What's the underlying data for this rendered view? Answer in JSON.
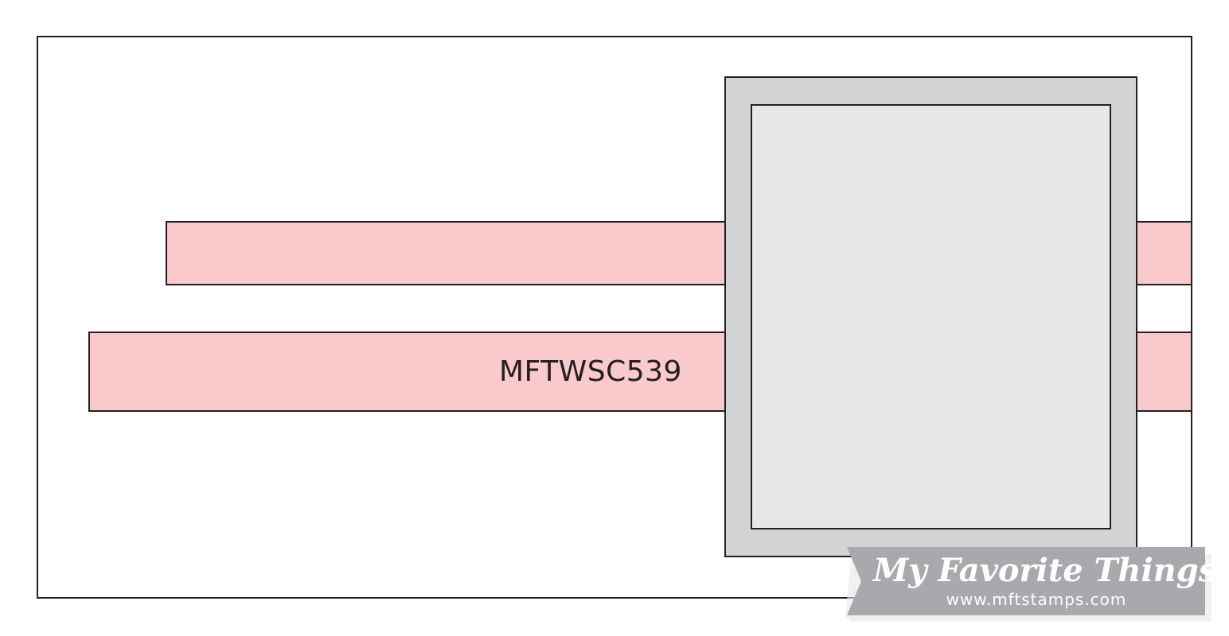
{
  "sketch": {
    "id_label": "MFTWSC539"
  },
  "brand": {
    "name": "My Favorite Things",
    "url": "www.mftstamps.com"
  },
  "colors": {
    "outline": "#231f20",
    "pink_strip": "#f9c9cc",
    "mat_gray": "#d1d3d4",
    "panel_gray": "#e6e7e8",
    "banner_gray": "#a7a9ac"
  }
}
